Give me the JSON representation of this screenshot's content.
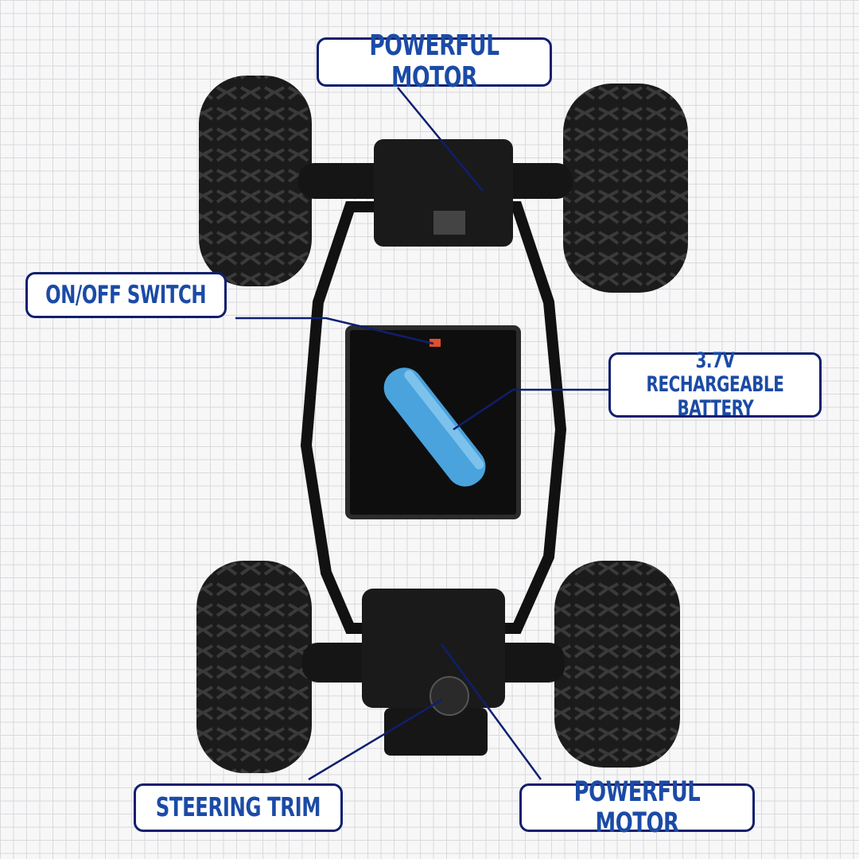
{
  "callouts": {
    "motor_top": "POWERFUL MOTOR",
    "switch": "ON/OFF SWITCH",
    "battery_line1": "3.7V RECHARGEABLE",
    "battery_line2": "BATTERY",
    "steering": "STEERING TRIM",
    "motor_bottom": "POWERFUL MOTOR"
  },
  "colors": {
    "box_border": "#0f1f6e",
    "label_text": "#1b4ba6",
    "battery": "#4aa3dc",
    "switch": "#e0502a"
  }
}
